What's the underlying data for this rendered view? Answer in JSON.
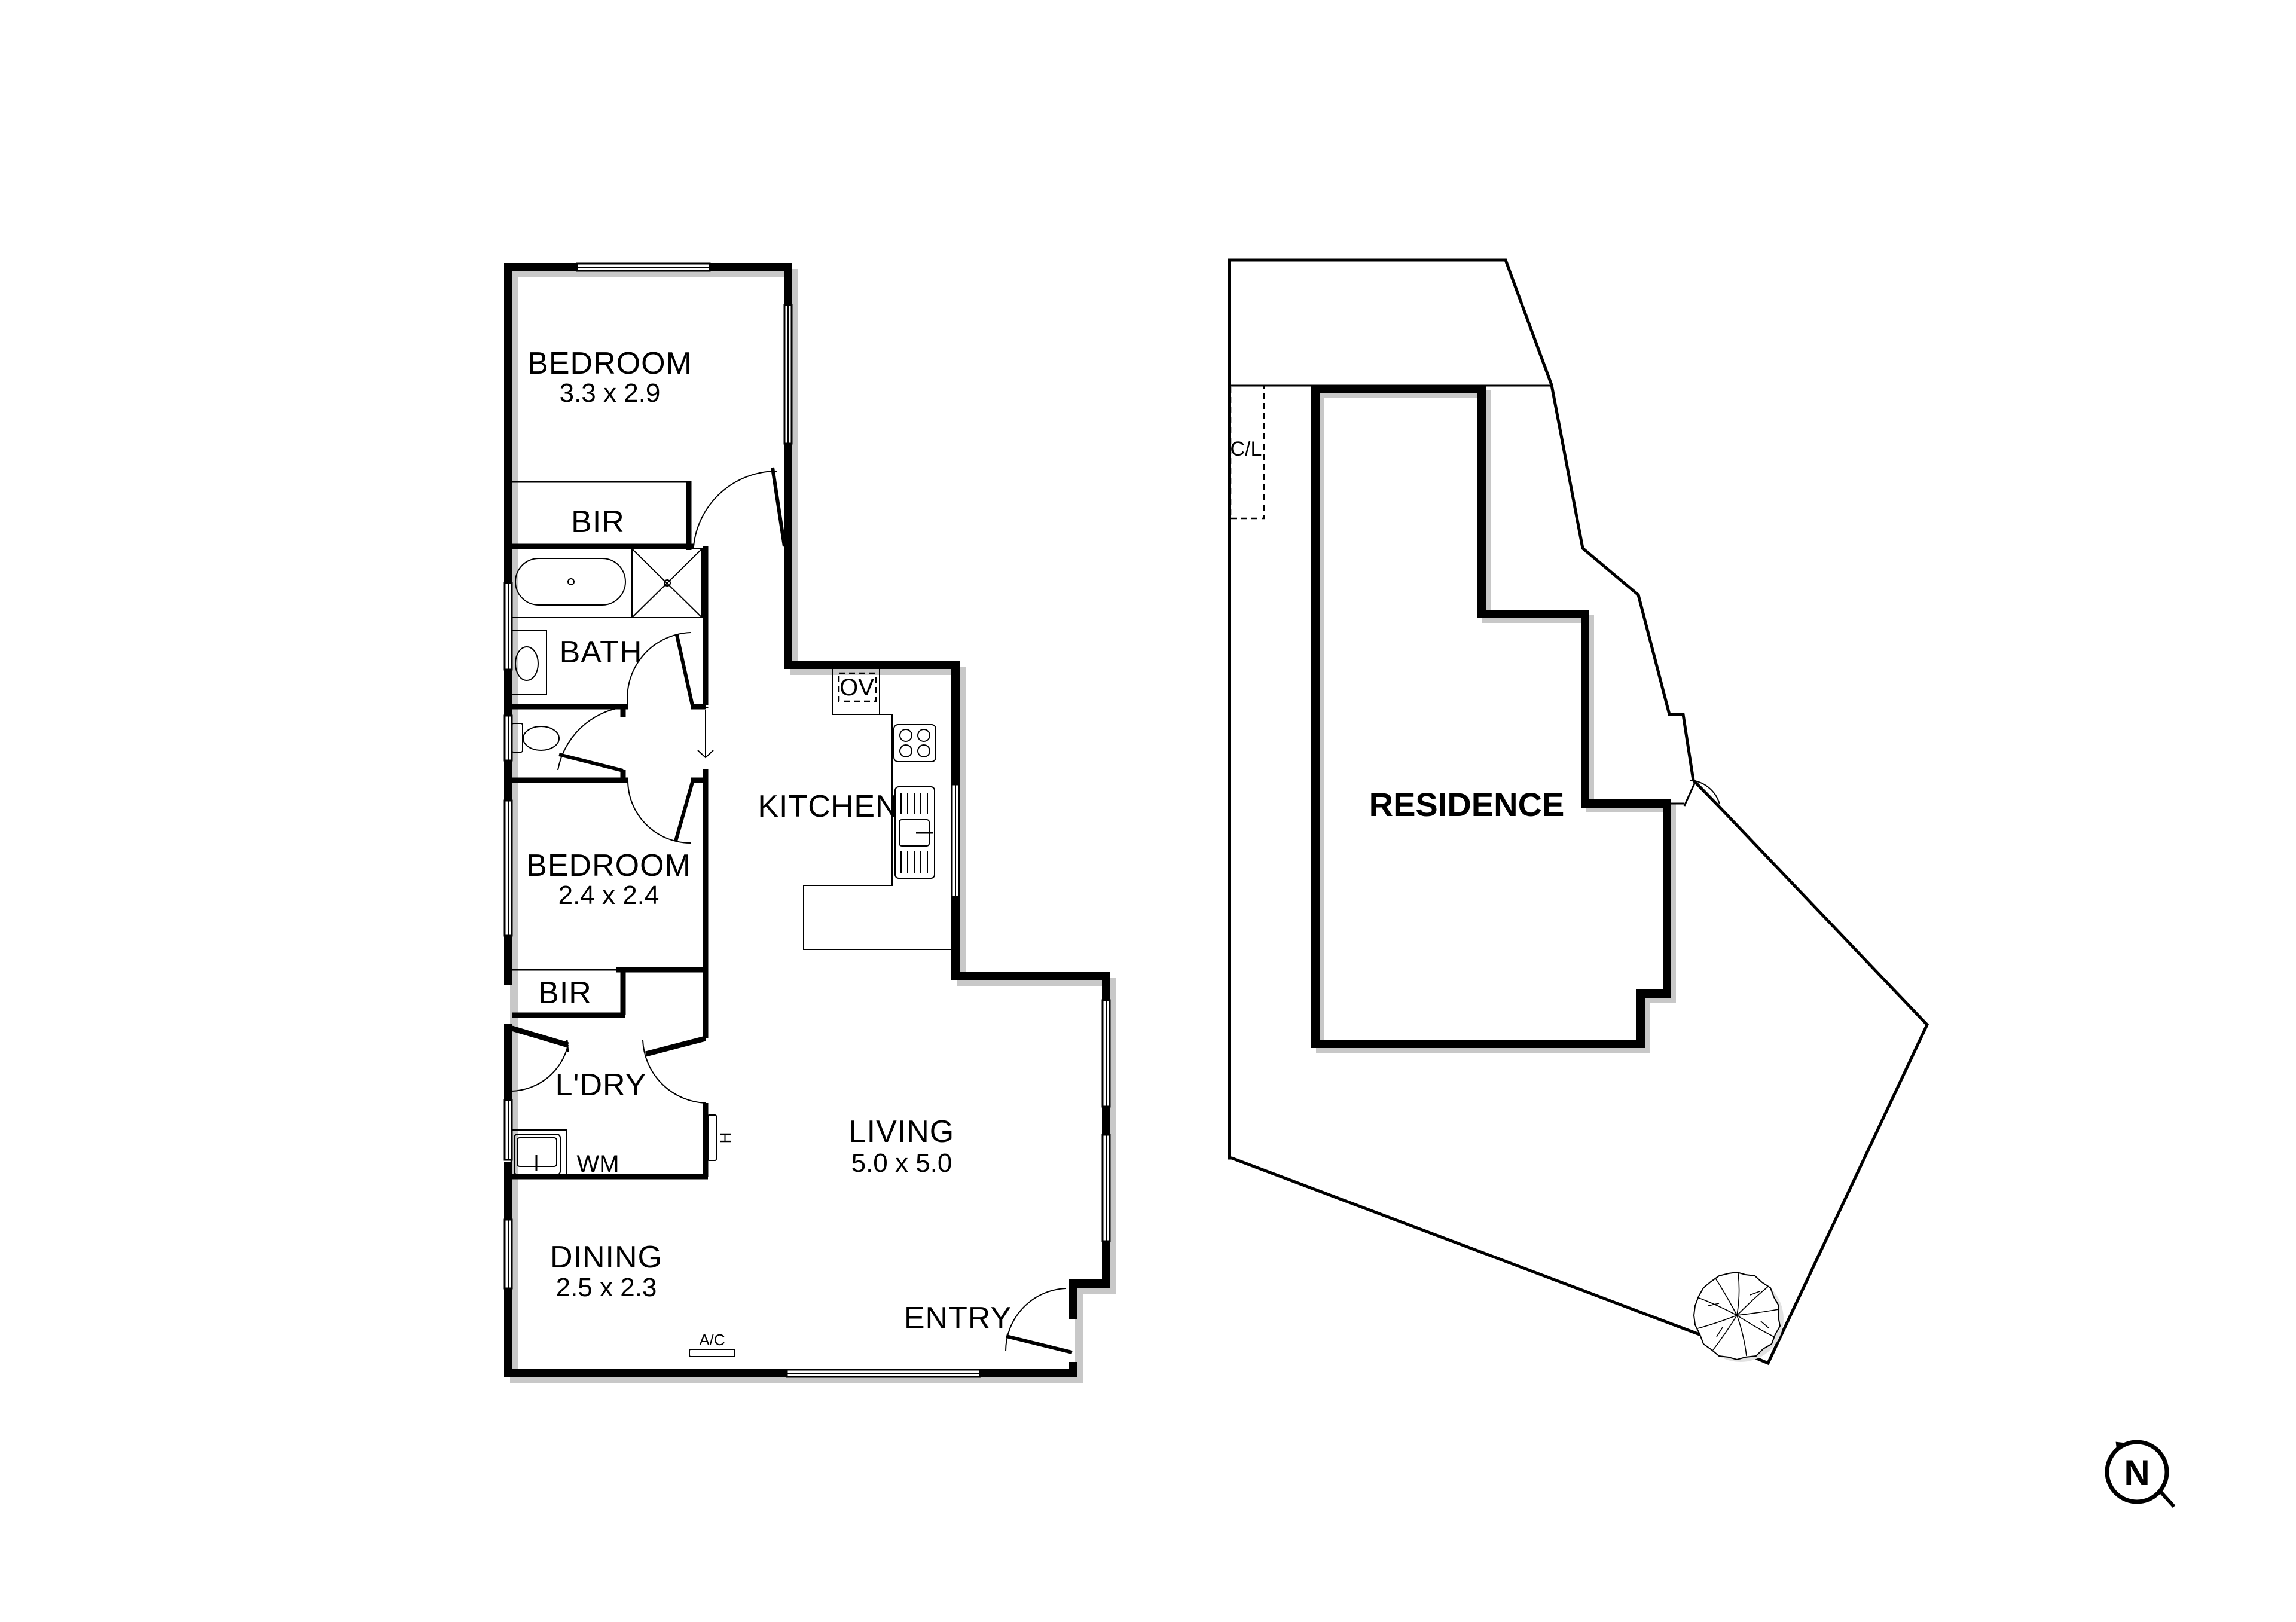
{
  "floorplan": {
    "rooms": [
      {
        "id": "bedroom-1",
        "name": "BEDROOM",
        "size": "3.3 x 2.9"
      },
      {
        "id": "bir-1",
        "name": "BIR",
        "size": ""
      },
      {
        "id": "bath",
        "name": "BATH",
        "size": ""
      },
      {
        "id": "bedroom-2",
        "name": "BEDROOM",
        "size": "2.4 x 2.4"
      },
      {
        "id": "bir-2",
        "name": "BIR",
        "size": ""
      },
      {
        "id": "laundry",
        "name": "L'DRY",
        "size": ""
      },
      {
        "id": "kitchen",
        "name": "KITCHEN",
        "size": ""
      },
      {
        "id": "living",
        "name": "LIVING",
        "size": "5.0 x 5.0"
      },
      {
        "id": "dining",
        "name": "DINING",
        "size": "2.5 x 2.3"
      },
      {
        "id": "entry",
        "name": "ENTRY",
        "size": ""
      }
    ],
    "fixtures": {
      "oven": "OV",
      "washing_machine": "WM",
      "heater": "H",
      "air_conditioner": "A/C"
    }
  },
  "site_plan": {
    "building_label": "RESIDENCE",
    "clothesline": "C/L"
  },
  "compass": {
    "label": "N"
  },
  "colors": {
    "wall": "#000000",
    "background": "#ffffff",
    "shadow": "#9a9a9a"
  }
}
